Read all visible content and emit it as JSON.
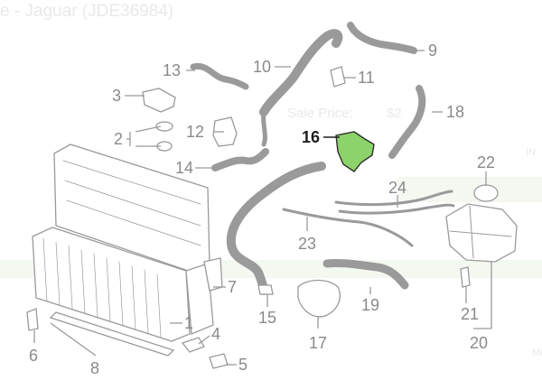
{
  "background_text": {
    "title": "e - Jaguar (JDE36984)",
    "sale_price": "Sale Price:",
    "price_symbol": "$2",
    "in_label": "IN",
    "mi_label": "Mi"
  },
  "highlighted_part": "16",
  "colors": {
    "highlight_fill": "#8bd36a",
    "line_gray": "#9a9a9a",
    "highlight_text": "#1e1e1e"
  },
  "callouts": [
    {
      "id": "c1",
      "label": "1"
    },
    {
      "id": "c2",
      "label": "2"
    },
    {
      "id": "c3",
      "label": "3"
    },
    {
      "id": "c4",
      "label": "4"
    },
    {
      "id": "c5",
      "label": "5"
    },
    {
      "id": "c6",
      "label": "6"
    },
    {
      "id": "c7",
      "label": "7"
    },
    {
      "id": "c8",
      "label": "8"
    },
    {
      "id": "c9",
      "label": "9"
    },
    {
      "id": "c10",
      "label": "10"
    },
    {
      "id": "c11",
      "label": "11"
    },
    {
      "id": "c12",
      "label": "12"
    },
    {
      "id": "c13",
      "label": "13"
    },
    {
      "id": "c14",
      "label": "14"
    },
    {
      "id": "c15",
      "label": "15"
    },
    {
      "id": "c16",
      "label": "16"
    },
    {
      "id": "c17",
      "label": "17"
    },
    {
      "id": "c18",
      "label": "18"
    },
    {
      "id": "c19",
      "label": "19"
    },
    {
      "id": "c20",
      "label": "20"
    },
    {
      "id": "c21",
      "label": "21"
    },
    {
      "id": "c22",
      "label": "22"
    },
    {
      "id": "c23",
      "label": "23"
    },
    {
      "id": "c24",
      "label": "24"
    }
  ]
}
